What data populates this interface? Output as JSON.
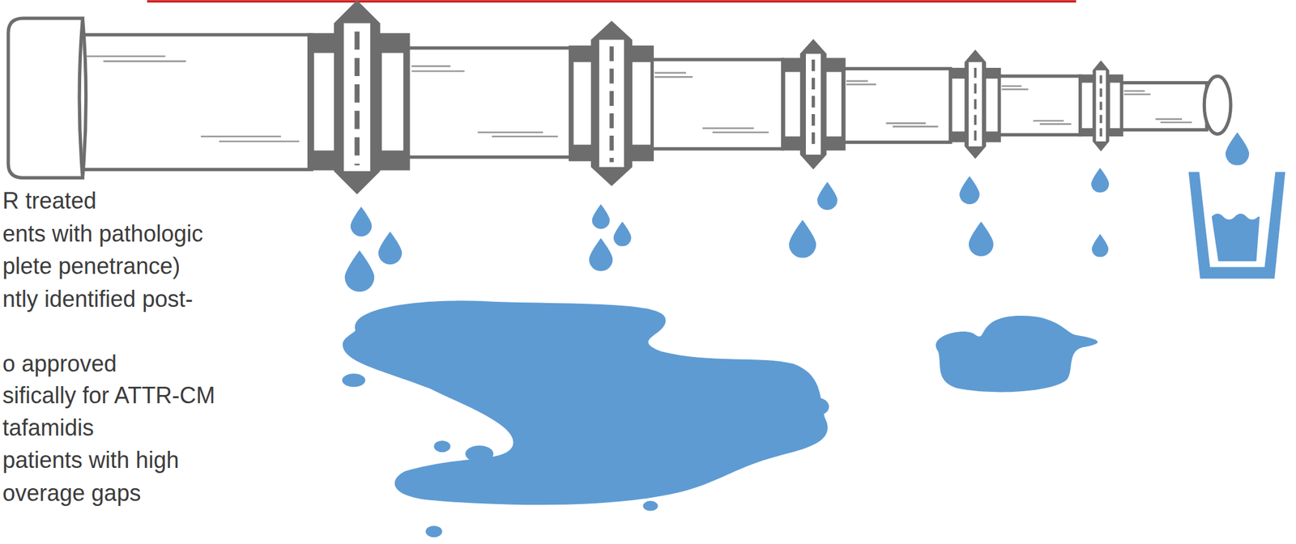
{
  "diagram": {
    "labels": [
      "R treated",
      "ents with pathologic",
      "plete penetrance)",
      "ntly identified post-",
      "o approved",
      "sifically for ATTR-CM",
      "tafamidis",
      "patients with high",
      "overage gaps"
    ]
  }
}
